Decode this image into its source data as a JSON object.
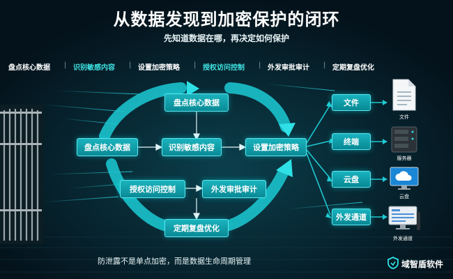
{
  "header": {
    "title": "从数据发现到加密保护的闭环",
    "subtitle": "先知道数据在哪，再决定如何保护"
  },
  "nav": {
    "items": [
      {
        "label": "盘点核心数据",
        "color": "#ffffff"
      },
      {
        "label": "识别敏感内容",
        "color": "#3fe3e3"
      },
      {
        "label": "设置加密策略",
        "color": "#ffffff"
      },
      {
        "label": "授权访问控制",
        "color": "#3fe3e3"
      },
      {
        "label": "外发审批审计",
        "color": "#ffffff"
      },
      {
        "label": "定期复盘优化",
        "color": "#ffffff"
      }
    ],
    "separator": "|"
  },
  "flow": {
    "top": "盘点核心数据",
    "left": "盘点核心数据",
    "center": "识别敏感内容",
    "right": "设置加密策略",
    "auth": "授权访问控制",
    "audit": "外发审批审计",
    "review": "定期复盘优化"
  },
  "targets": [
    {
      "label": "文件",
      "caption": "文件",
      "icon": "document-icon"
    },
    {
      "label": "终端",
      "caption": "服务器",
      "icon": "server-icon"
    },
    {
      "label": "云盘",
      "caption": "云盘",
      "icon": "cloud-monitor-icon"
    },
    {
      "label": "外发通道",
      "caption": "外发通道",
      "icon": "desktop-computer-icon"
    }
  ],
  "footer": "防泄露不是单点加密，而是数据生命周期管理",
  "brand": {
    "name": "域智盾软件",
    "icon": "shield-logo-icon"
  },
  "colors": {
    "accent": "#18b6c0",
    "background": "#04121b",
    "highlight": "#3fe3e3"
  }
}
